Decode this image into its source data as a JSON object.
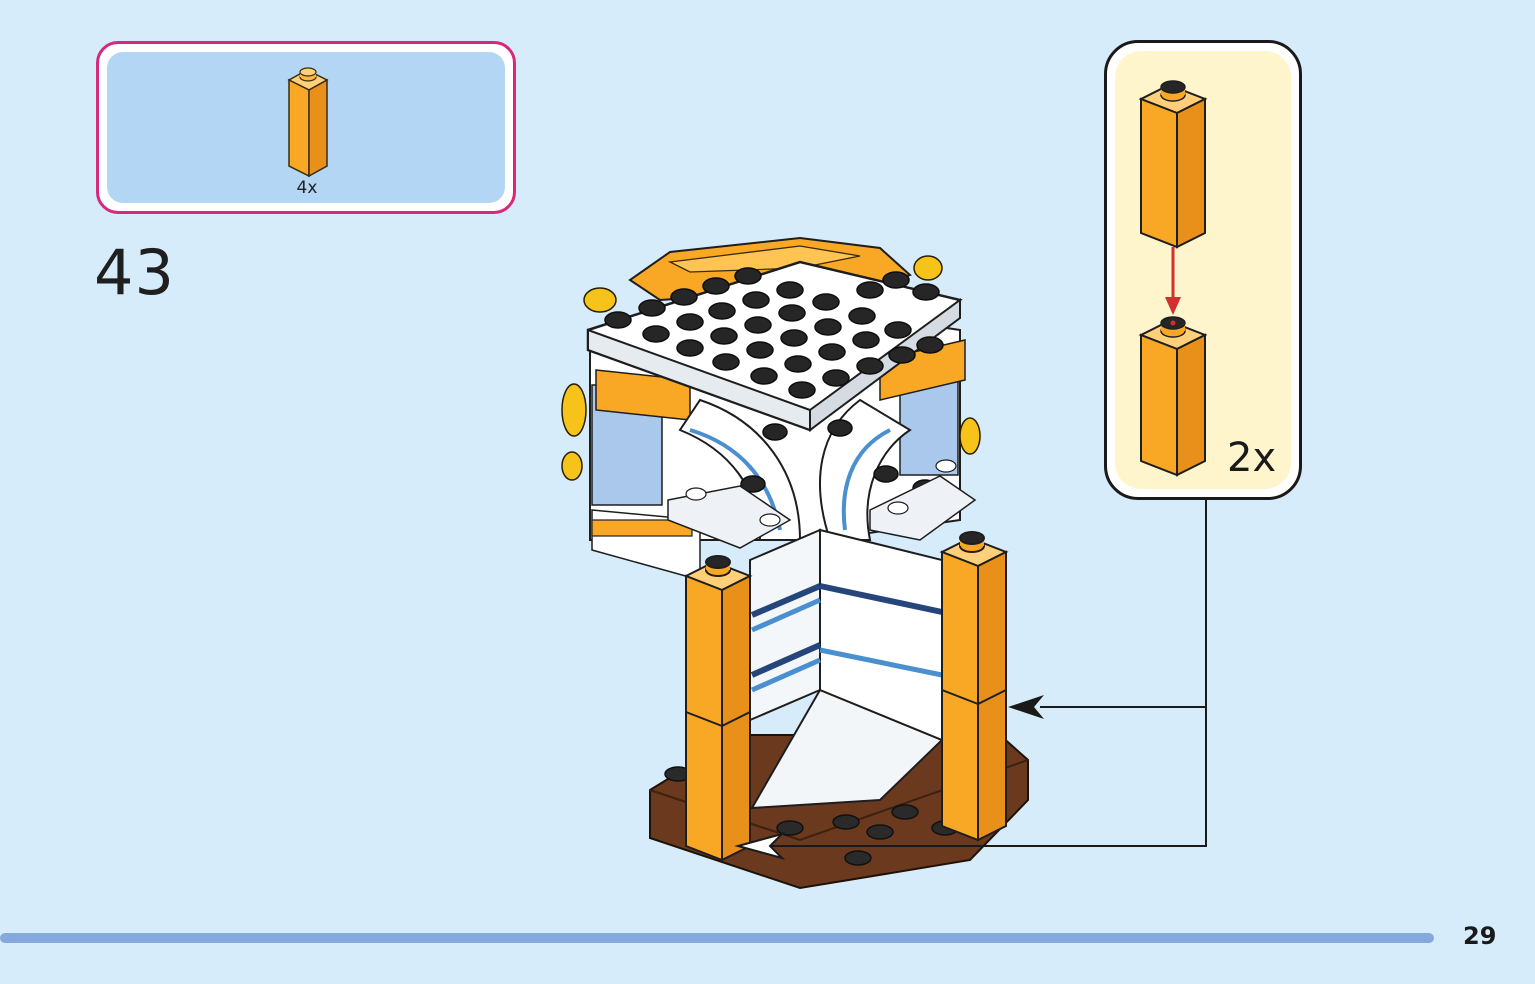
{
  "parts_list": {
    "items": [
      {
        "icon": "orange-1x1x3-brick-icon",
        "quantity": "4x"
      }
    ]
  },
  "step": {
    "number": "43"
  },
  "callout": {
    "quantity": "2x",
    "icon": "orange-1x1x3-brick-stack-icon"
  },
  "page": {
    "number": "29"
  },
  "colors": {
    "background": "#d6ecfb",
    "parts_border": "#d8287a",
    "parts_fill": "#b4d6f5",
    "callout_fill": "#fff5cc",
    "brick_orange": "#f9a825",
    "arrow_red": "#d32f2f",
    "progress": "#85a9dc"
  }
}
